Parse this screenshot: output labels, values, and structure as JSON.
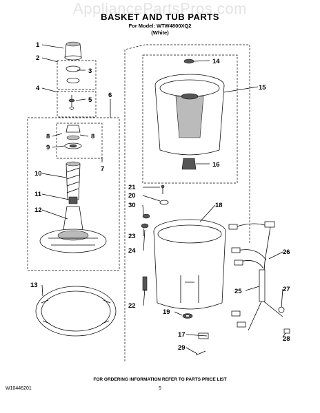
{
  "watermark": "AppliancePartsPros.com",
  "title": "BASKET AND TUB PARTS",
  "model_line": "For Model: WTW4800XQ2",
  "color_line": "(White)",
  "footer_note": "FOR ORDERING INFORMATION REFER TO PARTS PRICE LIST",
  "doc_number": "W10446201",
  "page_number": "5",
  "callouts": [
    "1",
    "2",
    "3",
    "4",
    "5",
    "6",
    "8",
    "8",
    "9",
    "7",
    "10",
    "11",
    "12",
    "13",
    "14",
    "15",
    "16",
    "21",
    "20",
    "30",
    "18",
    "23",
    "24",
    "22",
    "19",
    "17",
    "29",
    "26",
    "25",
    "27",
    "28"
  ]
}
